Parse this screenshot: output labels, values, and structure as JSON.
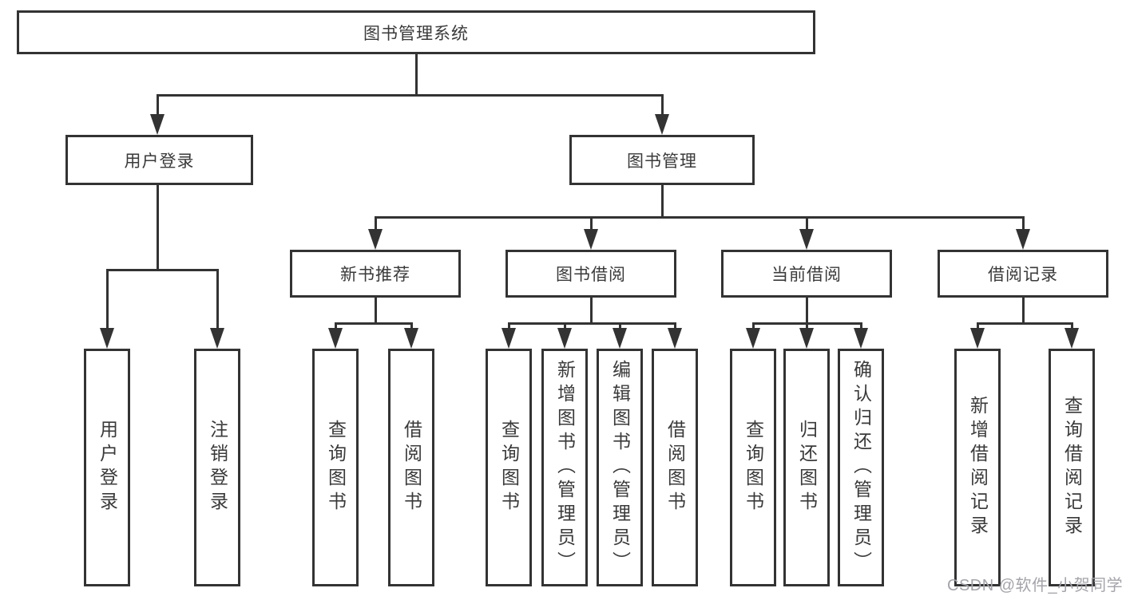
{
  "diagram": {
    "type": "tree",
    "title": "图书管理系统",
    "root": {
      "label": "图书管理系统",
      "children": [
        {
          "label": "用户登录",
          "children": [
            {
              "label": "用户登录"
            },
            {
              "label": "注销登录"
            }
          ]
        },
        {
          "label": "图书管理",
          "children": [
            {
              "label": "新书推荐",
              "children": [
                {
                  "label": "查询图书"
                },
                {
                  "label": "借阅图书"
                }
              ]
            },
            {
              "label": "图书借阅",
              "children": [
                {
                  "label": "查询图书"
                },
                {
                  "label": "新增图书（管理员）"
                },
                {
                  "label": "编辑图书（管理员）"
                },
                {
                  "label": "借阅图书"
                }
              ]
            },
            {
              "label": "当前借阅",
              "children": [
                {
                  "label": "查询图书"
                },
                {
                  "label": "归还图书"
                },
                {
                  "label": "确认归还（管理员）"
                }
              ]
            },
            {
              "label": "借阅记录",
              "children": [
                {
                  "label": "新增借阅记录"
                },
                {
                  "label": "查询借阅记录"
                }
              ]
            }
          ]
        }
      ]
    }
  },
  "watermark": "CSDN @软件_小贺同学",
  "colors": {
    "line": "#333333",
    "text": "#3a3a3a",
    "watermark": "#a4a4aa",
    "background": "#ffffff"
  }
}
